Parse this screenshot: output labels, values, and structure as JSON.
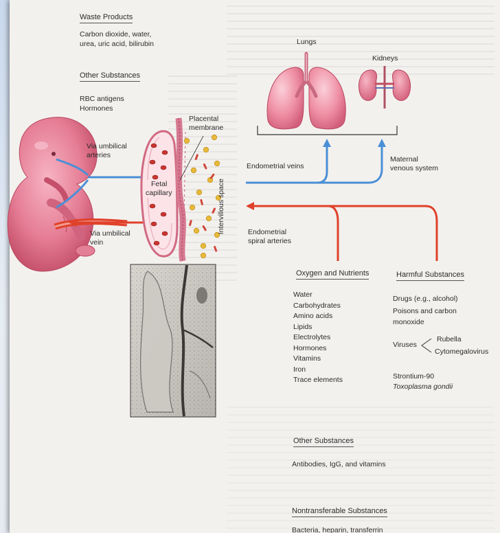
{
  "waste_products": {
    "heading": "Waste Products",
    "items_line1": "Carbon dioxide, water,",
    "items_line2": "urea, uric acid, bilirubin"
  },
  "other_substances_top": {
    "heading": "Other Substances",
    "item1": "RBC antigens",
    "item2": "Hormones"
  },
  "organs": {
    "lungs": "Lungs",
    "kidneys": "Kidneys"
  },
  "labels": {
    "placental_membrane_line1": "Placental",
    "placental_membrane_line2": "membrane",
    "via_umbilical_arteries_line1": "Via umbilical",
    "via_umbilical_arteries_line2": "arteries",
    "fetal_capillary_line1": "Fetal",
    "fetal_capillary_line2": "capillary",
    "intervillous_space": "Intervillous space",
    "via_umbilical_vein_line1": "Via umbilical",
    "via_umbilical_vein_line2": "vein",
    "endometrial_veins": "Endometrial veins",
    "maternal_venous_line1": "Maternal",
    "maternal_venous_line2": "venous system",
    "endometrial_spiral_line1": "Endometrial",
    "endometrial_spiral_line2": "spiral arteries"
  },
  "oxygen_nutrients": {
    "heading": "Oxygen and Nutrients",
    "items": [
      "Water",
      "Carbohydrates",
      "Amino acids",
      "Lipids",
      "Electrolytes",
      "Hormones",
      "Vitamins",
      "Iron",
      "Trace elements"
    ]
  },
  "harmful_substances": {
    "heading": "Harmful Substances",
    "drugs": "Drugs (e.g., alcohol)",
    "poisons_line1": "Poisons and carbon",
    "poisons_line2": "monoxide",
    "viruses": "Viruses",
    "rubella": "Rubella",
    "cytomegalovirus": "Cytomegalovirus",
    "strontium": "Strontium-90",
    "toxoplasma": "Toxoplasma gondii"
  },
  "other_substances_bottom": {
    "heading": "Other Substances",
    "items": "Antibodies, IgG, and vitamins"
  },
  "nontransferable": {
    "heading": "Nontransferable Substances",
    "items": "Bacteria, heparin, transferrin"
  },
  "colors": {
    "blue_arrow": "#4a8fd6",
    "red_arrow": "#e0412a",
    "tissue_pink": "#e87a93",
    "yellow_cell": "#e8b93a",
    "red_cell": "#c9352f"
  }
}
